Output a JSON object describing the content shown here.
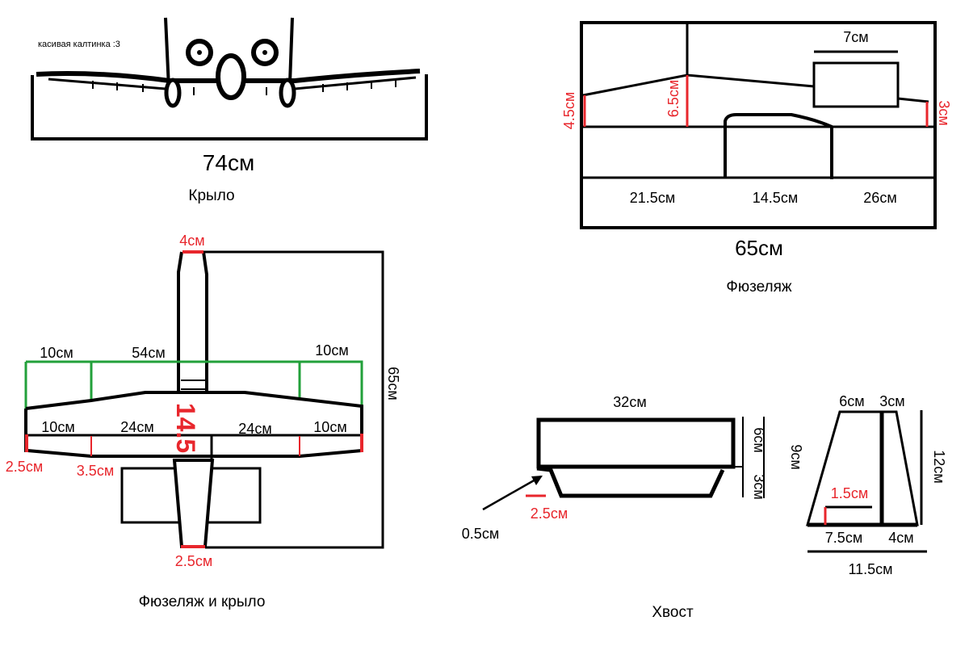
{
  "wing_view": {
    "note": "касивая калтинка :3",
    "span": "74см",
    "caption": "Крыло"
  },
  "fuselage_side": {
    "top_box": "7см",
    "h_front": "4.5см",
    "h_mid": "6.5см",
    "h_rear": "3см",
    "seg1": "21.5см",
    "seg2": "14.5см",
    "seg3": "26см",
    "length": "65см",
    "caption": "Фюзеляж"
  },
  "top_view": {
    "nose": "4см",
    "green_left": "10см",
    "green_mid": "54см",
    "green_right": "10см",
    "w1": "10см",
    "w2": "24см",
    "w3": "24см",
    "w4": "10см",
    "tip_chord": "2.5см",
    "mid_chord": "3.5см",
    "tail_width": "2.5см",
    "root_chord": "14.5",
    "length": "65см",
    "caption": "Фюзеляж и крыло"
  },
  "tail": {
    "stab_len": "32см",
    "h1": "6см",
    "h2": "3см",
    "h_total": "9см",
    "offset": "2.5см",
    "gap": "0.5см",
    "fin_top1": "6см",
    "fin_top2": "3см",
    "fin_height": "12см",
    "fin_cut": "1.5см",
    "fin_bot1": "7.5см",
    "fin_bot2": "4см",
    "fin_base": "11.5см",
    "caption": "Хвост"
  },
  "colors": {
    "dimension_red": "#e8262c",
    "guide_green": "#22a03a"
  }
}
